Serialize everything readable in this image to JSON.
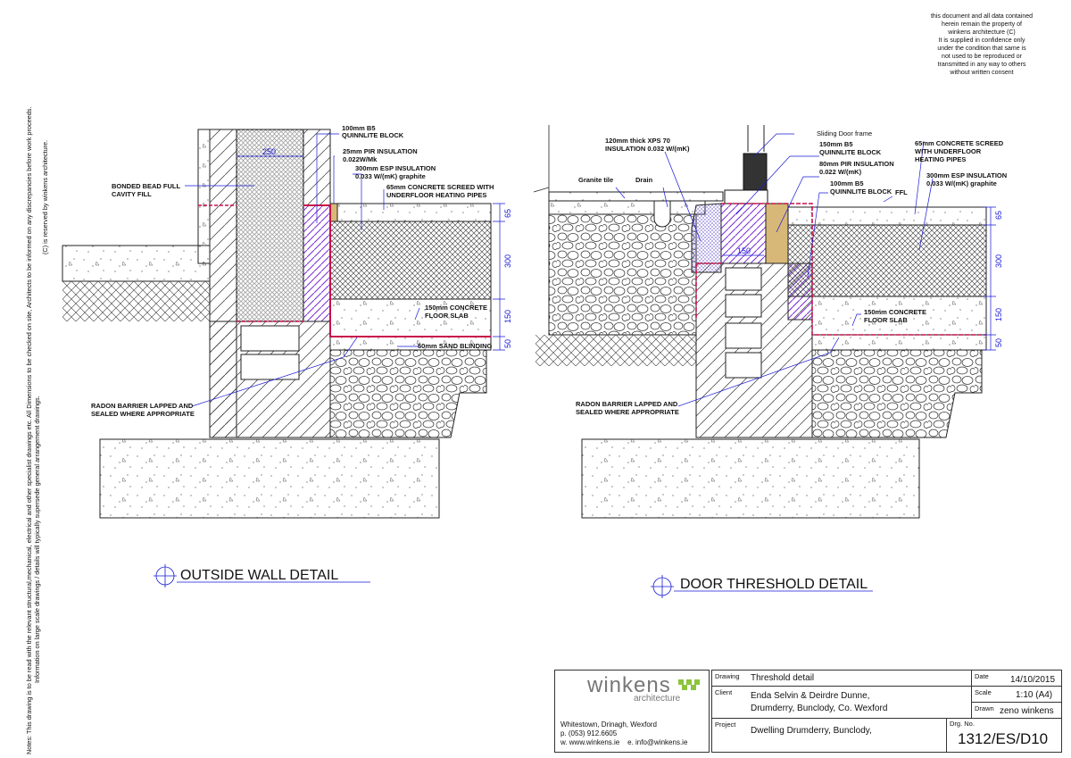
{
  "side_notes": {
    "line1": "Notes: This drawing is to be read with the relevant structural,mechanical, electrical and other specialist drawings etc. All Dimensions to be checked on site, Architects to be informed on any discrepancies before work proceeds.",
    "line2": "Information on large scale drawings / details will typically supersede general arrangement drawings.",
    "line3": "(C) is reserved by winkens architecture."
  },
  "copyright_note": [
    "this document and all data contained",
    "herein remain the property of",
    "winkens architecture (C)",
    "It is supplied in confidence only",
    "under the condition that same is",
    "not used to be reproduced or",
    "transmitted in any way to others",
    "without written consent"
  ],
  "outside_wall": {
    "title": "OUTSIDE WALL DETAIL",
    "labels": {
      "block1": "100mm B5",
      "block2": "QUINNLITE BLOCK",
      "pir1": "25mm PIR INSULATION",
      "pir2": "0.022W/Mk",
      "esp1": "300mm ESP INSULATION",
      "esp2": "0.033 W/(mK) graphite",
      "screed1": "65mm CONCRETE SCREED WITH",
      "screed2": "UNDERFLOOR HEATING PIPES",
      "cavity1": "BONDED BEAD FULL",
      "cavity2": "CAVITY FILL",
      "slab1": "150mm CONCRETE",
      "slab2": "FLOOR SLAB",
      "sand": "50mm SAND BLINDING",
      "radon1": "RADON BARRIER LAPPED AND",
      "radon2": "SEALED WHERE APPROPRIATE"
    },
    "dims": {
      "cavity": "250",
      "screed": "65",
      "insulation": "300",
      "slab": "150",
      "sand": "50"
    }
  },
  "door_threshold": {
    "title": "DOOR THRESHOLD DETAIL",
    "labels": {
      "frame": "Sliding Door frame",
      "xps1": "120mm thick XPS 70",
      "xps2": "INSULATION 0.032 W/(mK)",
      "b150a": "150mm B5",
      "b150b": "QUINNLITE BLOCK",
      "pir1": "80mm PIR INSULATION",
      "pir2": "0.022 W/(mK)",
      "b100a": "100mm B5",
      "b100b": "QUINNLITE BLOCK",
      "screed1": "65mm CONCRETE SCREED",
      "screed2": "WITH UNDERFLOOR",
      "screed3": "HEATING PIPES",
      "esp1": "300mm ESP INSULATION",
      "esp2": "0.033 W/(mK) graphite",
      "granite": "Granite tile",
      "drain": "Drain",
      "ffl": "FFL",
      "slab1": "150mm CONCRETE",
      "slab2": "FLOOR SLAB",
      "radon1": "RADON BARRIER LAPPED AND",
      "radon2": "SEALED WHERE APPROPRIATE"
    },
    "dims": {
      "block": "150",
      "screed": "65",
      "insulation": "300",
      "slab": "150",
      "sand": "50"
    }
  },
  "title_block": {
    "logo_name": "winkens",
    "logo_sub": "architecture",
    "address": "Whitestown, Drinagh, Wexford",
    "phone": "p. (053) 912.6605",
    "web_email": "w. www.winkens.ie    e. info@winkens.ie",
    "drawing_label": "Drawing",
    "drawing": "Threshold detail",
    "client_label": "Client",
    "client1": "Enda Selvin & Deirdre Dunne,",
    "client2": "Drumderry,  Bunclody, Co. Wexford",
    "project_label": "Project",
    "project": "Dwelling Drumderry, Bunclody,",
    "date_label": "Date",
    "date": "14/10/2015",
    "scale_label": "Scale",
    "scale": "1:10 (A4)",
    "drawn_label": "Drawn",
    "drawn": "zeno winkens",
    "drg_label": "Drg. No.",
    "drg": "1312/ES/D10"
  },
  "colors": {
    "dim": "#1a1ad6",
    "radon": "#c8104a",
    "pir": "#d8b878",
    "hatch": "#7a2ad6",
    "logo_green": "#8cc43c"
  }
}
